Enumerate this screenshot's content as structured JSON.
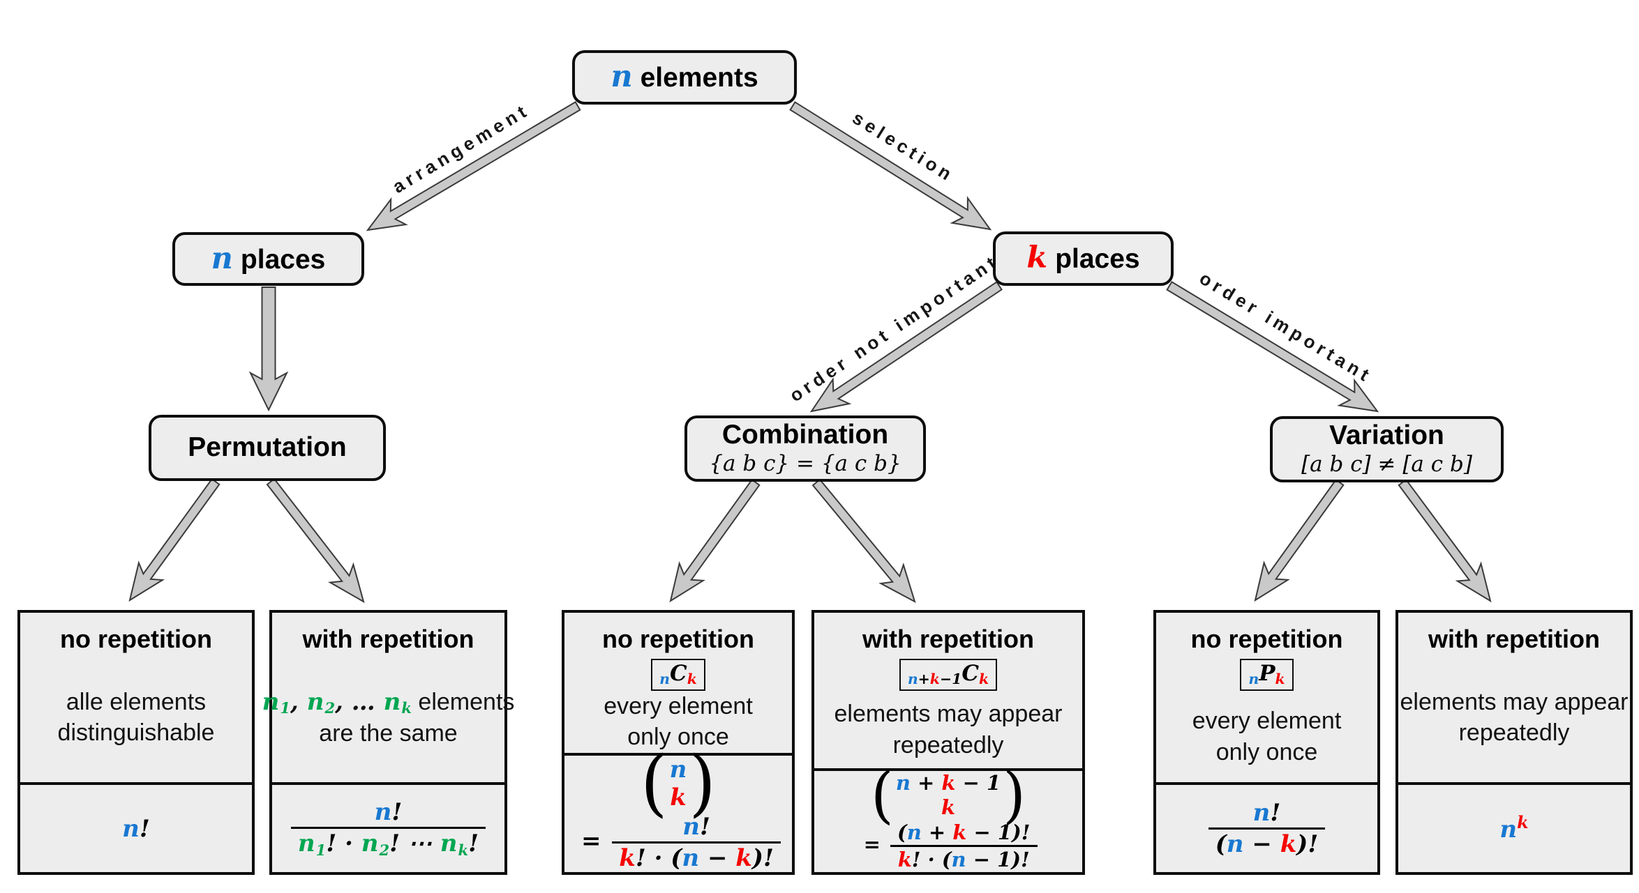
{
  "colors": {
    "blue": "#1878d1",
    "red": "#f50400",
    "green": "#00a651",
    "box_fill": "#ededed",
    "border": "#0d0d0d",
    "arrow_fill": "#c9c9c9",
    "arrow_stroke": "#3a3a3a"
  },
  "root": {
    "math": "n",
    "label": "elements"
  },
  "level2": {
    "left": {
      "math": "n",
      "label": "places"
    },
    "right": {
      "math": "k",
      "label": "places"
    }
  },
  "level3": {
    "permutation": {
      "title": "Permutation"
    },
    "combination": {
      "title": "Combination",
      "subtitle": "{a b c} = {a c b}"
    },
    "variation": {
      "title": "Variation",
      "subtitle": "[a b c] ≠ [a c b]"
    }
  },
  "edge_labels": {
    "arrangement": "arrangement",
    "selection": "selection",
    "order_not": "order not important",
    "order_yes": "order important"
  },
  "leaves": [
    {
      "title": "no repetition",
      "desc": [
        [
          {
            "t": "alle elements",
            "p": 1
          }
        ],
        [
          {
            "t": "distinguishable",
            "p": 1
          }
        ]
      ],
      "formula": [
        {
          "t": "n",
          "c": "b"
        },
        {
          "t": "!"
        }
      ]
    },
    {
      "title": "with repetition",
      "desc": [
        [
          {
            "t": "n",
            "c": "g",
            "ss": "1"
          },
          {
            "t": ", "
          },
          {
            "t": "n",
            "c": "g",
            "ss": "2"
          },
          {
            "t": ", … "
          },
          {
            "t": "n",
            "c": "g",
            "ss": "k"
          },
          {
            "t": " elements",
            "p": 1
          }
        ],
        [
          {
            "t": "are the same",
            "p": 1
          }
        ]
      ],
      "formula": [
        {
          "frac": {
            "top": [
              {
                "t": "n",
                "c": "b"
              },
              {
                "t": "!"
              }
            ],
            "bot": [
              {
                "t": "n",
                "c": "g",
                "ss": "1"
              },
              {
                "t": "! · "
              },
              {
                "t": "n",
                "c": "g",
                "ss": "2"
              },
              {
                "t": "! ⋯ "
              },
              {
                "t": "n",
                "c": "g",
                "ss": "k"
              },
              {
                "t": "!"
              }
            ]
          }
        }
      ]
    },
    {
      "title": "no repetition",
      "badge": [
        {
          "t": "n",
          "c": "b",
          "v": "sub"
        },
        {
          "t": "C"
        },
        {
          "t": "k",
          "c": "r",
          "v": "sub"
        }
      ],
      "desc": [
        [
          {
            "t": "every element",
            "p": 1
          }
        ],
        [
          {
            "t": "only once",
            "p": 1
          }
        ]
      ],
      "formula": [
        {
          "binom": {
            "top": [
              {
                "t": "n",
                "c": "b"
              }
            ],
            "bot": [
              {
                "t": "k",
                "c": "r"
              }
            ]
          }
        },
        {
          "t": " = "
        },
        {
          "frac": {
            "top": [
              {
                "t": "n",
                "c": "b"
              },
              {
                "t": "!"
              }
            ],
            "bot": [
              {
                "t": "k",
                "c": "r"
              },
              {
                "t": "! · ("
              },
              {
                "t": "n",
                "c": "b"
              },
              {
                "t": " − "
              },
              {
                "t": "k",
                "c": "r"
              },
              {
                "t": ")!"
              }
            ]
          }
        }
      ]
    },
    {
      "title": "with repetition",
      "badge": [
        {
          "t": "n",
          "c": "b",
          "v": "sub"
        },
        {
          "t": "+",
          "v": "sub"
        },
        {
          "t": "k",
          "c": "r",
          "v": "sub"
        },
        {
          "t": "−1",
          "v": "sub"
        },
        {
          "t": "C"
        },
        {
          "t": "k",
          "c": "r",
          "v": "sub"
        }
      ],
      "desc": [
        [
          {
            "t": "elements may appear",
            "p": 1
          }
        ],
        [
          {
            "t": "repeatedly",
            "p": 1
          }
        ]
      ],
      "formula": [
        {
          "binom": {
            "top": [
              {
                "t": "n",
                "c": "b"
              },
              {
                "t": " + "
              },
              {
                "t": "k",
                "c": "r"
              },
              {
                "t": " − 1"
              }
            ],
            "bot": [
              {
                "t": "k",
                "c": "r"
              }
            ]
          }
        },
        {
          "t": " = "
        },
        {
          "frac": {
            "top": [
              {
                "t": "("
              },
              {
                "t": "n",
                "c": "b"
              },
              {
                "t": " + "
              },
              {
                "t": "k",
                "c": "r"
              },
              {
                "t": " − 1)!"
              }
            ],
            "bot": [
              {
                "t": "k",
                "c": "r"
              },
              {
                "t": "! · ("
              },
              {
                "t": "n",
                "c": "b"
              },
              {
                "t": " − 1)!"
              }
            ]
          }
        }
      ]
    },
    {
      "title": "no repetition",
      "badge": [
        {
          "t": "n",
          "c": "b",
          "v": "sub"
        },
        {
          "t": "P"
        },
        {
          "t": "k",
          "c": "r",
          "v": "sub"
        }
      ],
      "desc": [
        [
          {
            "t": "every element",
            "p": 1
          }
        ],
        [
          {
            "t": "only once",
            "p": 1
          }
        ]
      ],
      "formula": [
        {
          "frac": {
            "top": [
              {
                "t": "n",
                "c": "b"
              },
              {
                "t": "!"
              }
            ],
            "bot": [
              {
                "t": "("
              },
              {
                "t": "n",
                "c": "b"
              },
              {
                "t": " − "
              },
              {
                "t": "k",
                "c": "r"
              },
              {
                "t": ")!"
              }
            ]
          }
        }
      ]
    },
    {
      "title": "with repetition",
      "desc": [
        [
          {
            "t": "elements may appear",
            "p": 1
          }
        ],
        [
          {
            "t": "repeatedly",
            "p": 1
          }
        ]
      ],
      "formula": [
        {
          "t": "n",
          "c": "b"
        },
        {
          "t": "k",
          "c": "r",
          "v": "sup"
        }
      ]
    }
  ]
}
